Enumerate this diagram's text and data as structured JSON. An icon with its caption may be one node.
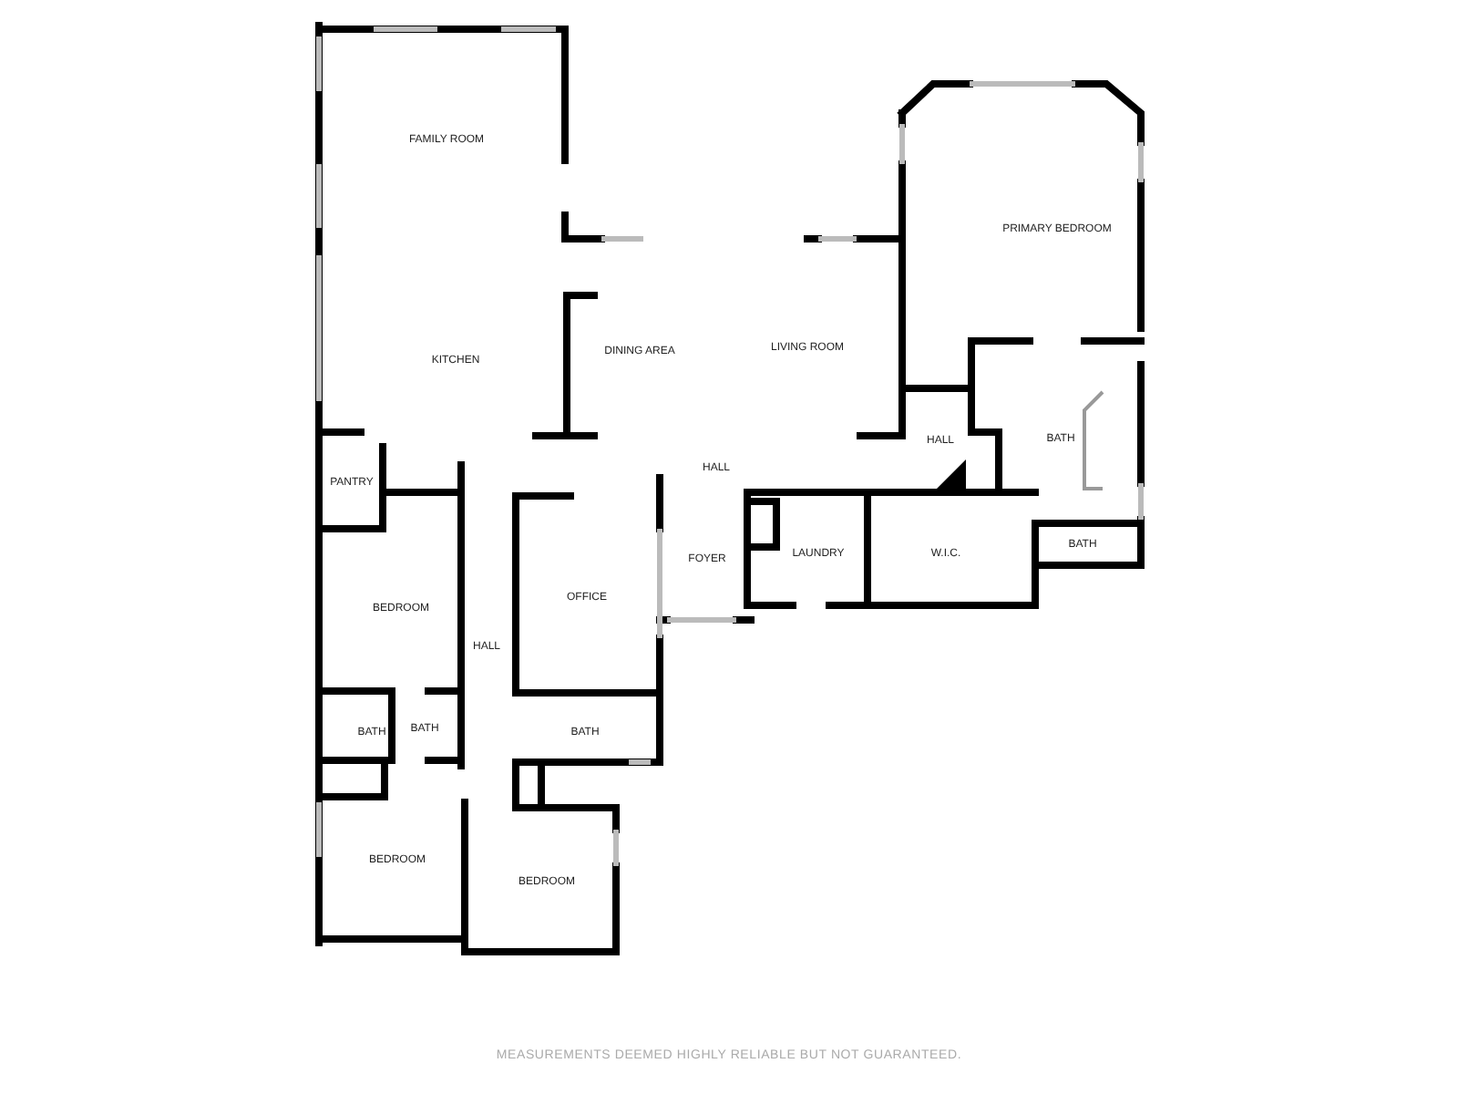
{
  "diagram": {
    "labels": [
      "FAMILY ROOM",
      "PRIMARY BEDROOM",
      "KITCHEN",
      "DINING AREA",
      "LIVING ROOM",
      "HALL",
      "BATH",
      "PANTRY",
      "HALL",
      "BEDROOM",
      "OFFICE",
      "FOYER",
      "LAUNDRY",
      "W.I.C.",
      "BATH",
      "HALL",
      "BATH",
      "BATH",
      "BATH",
      "BEDROOM",
      "BEDROOM",
      "MEASUREMENTS DEEMED HIGHLY RELIABLE BUT NOT GUARANTEED."
    ]
  }
}
